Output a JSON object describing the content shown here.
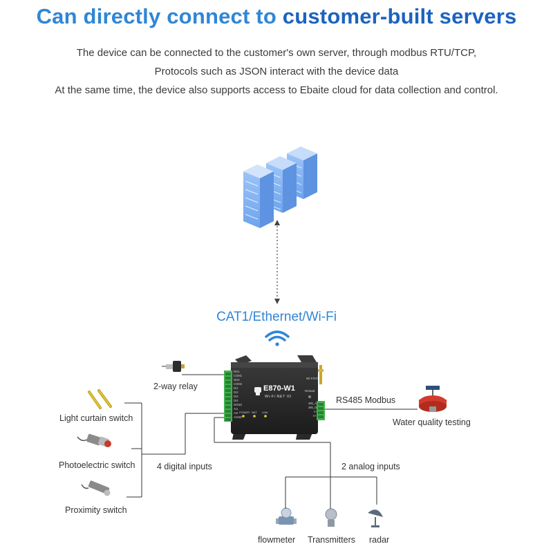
{
  "header": {
    "title_part1": "Can directly connect to ",
    "title_part2": "customer-built servers",
    "desc_line1": "The device can be connected to the customer's own server, through modbus RTU/TCP,",
    "desc_line2": "Protocols such as JSON interact with the device data",
    "desc_line3": "At the same time, the device also supports access to Ebaite cloud for data collection and control."
  },
  "diagram": {
    "protocols": "CAT1/Ethernet/Wi-Fi",
    "device": {
      "model": "E870-W1",
      "subtitle": "Wi-Fi  NET  IO",
      "left_pins": [
        "NO1",
        "COM1",
        "NO2",
        "COM2",
        "DI1",
        "DI2",
        "DI3",
        "DI4",
        "DGND",
        "AI1",
        "AI2",
        "AGND"
      ],
      "right_pins": [
        "485_A",
        "485_B",
        "V-",
        "V+"
      ],
      "side_labels": [
        "Wi-FI/AT",
        "Reload"
      ],
      "leds": [
        "POWER",
        "NET",
        "LINK"
      ]
    },
    "labels": {
      "relay": "2-way relay",
      "light_curtain": "Light curtain switch",
      "photoelectric": "Photoelectric switch",
      "proximity": "Proximity switch",
      "digital_inputs": "4 digital inputs",
      "analog_inputs": "2 analog inputs",
      "rs485": "RS485 Modbus",
      "water_quality": "Water quality testing",
      "flowmeter": "flowmeter",
      "transmitters": "Transmitters",
      "radar": "radar"
    },
    "colors": {
      "title_blue": "#2f86d6",
      "title_dark_blue": "#1c63bf",
      "server_blue": "#7fb0f2",
      "device_body": "#2b2b2b",
      "terminal_green": "#3fb04b",
      "wifi_blue": "#2f86d6"
    },
    "icons": [
      "server-stack-icon",
      "wifi-icon",
      "relay-icon",
      "light-curtain-icon",
      "photoelectric-sensor-icon",
      "proximity-sensor-icon",
      "flowmeter-icon",
      "transmitter-icon",
      "radar-icon",
      "water-quality-sensor-icon"
    ]
  }
}
